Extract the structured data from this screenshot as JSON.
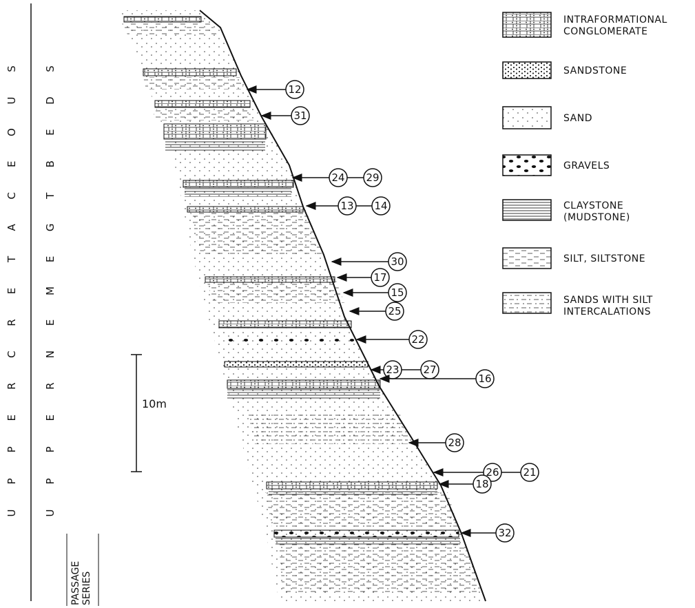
{
  "stratigraphy": {
    "left_column_letters": [
      "U",
      "P",
      "P",
      "E",
      "R",
      "C",
      "R",
      "E",
      "T",
      "A",
      "C",
      "E",
      "O",
      "U",
      "S"
    ],
    "right_column_letters": [
      "U",
      "P",
      "P",
      "E",
      "R",
      "N",
      "E",
      "M",
      "E",
      "G",
      "T",
      "B",
      "E",
      "D",
      "S"
    ],
    "passage_series": [
      "PASSAGE",
      "SERIES"
    ],
    "scale_label": "10m"
  },
  "legend": {
    "items": [
      {
        "key": "intraformational-conglomerate",
        "lines": [
          "INTRAFORMATIONAL",
          "CONGLOMERATE"
        ]
      },
      {
        "key": "sandstone",
        "lines": [
          "SANDSTONE"
        ]
      },
      {
        "key": "sand",
        "lines": [
          "SAND"
        ]
      },
      {
        "key": "gravels",
        "lines": [
          "GRAVELS"
        ]
      },
      {
        "key": "claystone",
        "lines": [
          "CLAYSTONE",
          "(MUDSTONE)"
        ]
      },
      {
        "key": "silt",
        "lines": [
          "SILT, SILTSTONE"
        ]
      },
      {
        "key": "sands-silt",
        "lines": [
          "SANDS WITH SILT",
          "INTERCALATIONS"
        ]
      }
    ]
  },
  "markers": [
    {
      "labels": [
        "12"
      ]
    },
    {
      "labels": [
        "31"
      ]
    },
    {
      "labels": [
        "24",
        "29"
      ]
    },
    {
      "labels": [
        "13",
        "14"
      ]
    },
    {
      "labels": [
        "30"
      ]
    },
    {
      "labels": [
        "17"
      ]
    },
    {
      "labels": [
        "15"
      ]
    },
    {
      "labels": [
        "25"
      ]
    },
    {
      "labels": [
        "22"
      ]
    },
    {
      "labels": [
        "23",
        "27"
      ]
    },
    {
      "labels": [
        "16"
      ]
    },
    {
      "labels": [
        "28"
      ]
    },
    {
      "labels": [
        "26",
        "21"
      ]
    },
    {
      "labels": [
        "18"
      ]
    },
    {
      "labels": [
        "32"
      ]
    }
  ]
}
